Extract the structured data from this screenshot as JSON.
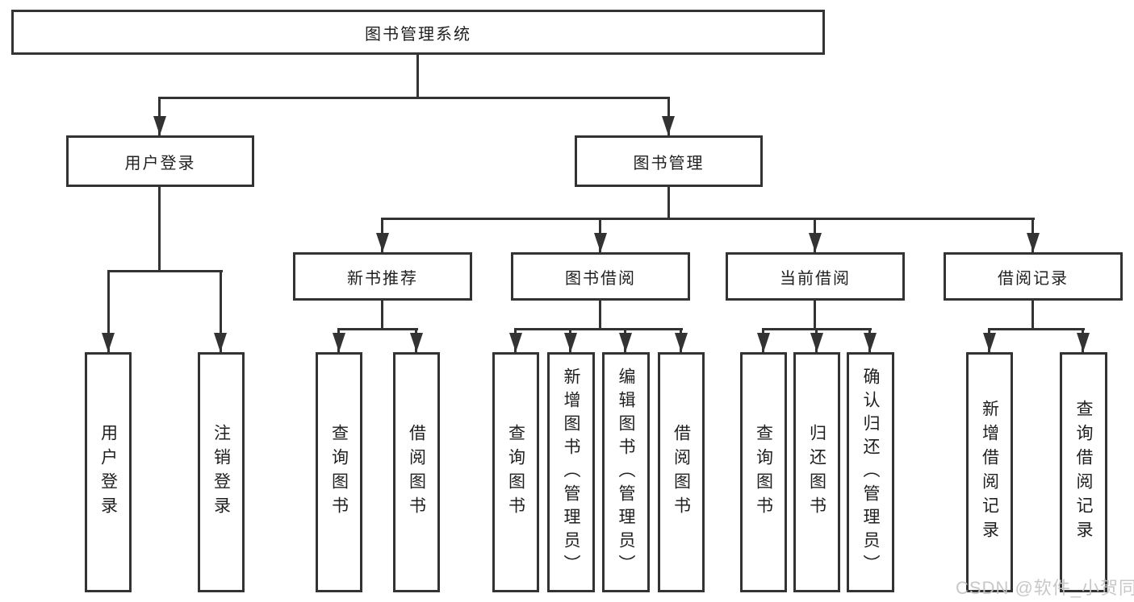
{
  "diagram": {
    "root": {
      "label": "图书管理系统"
    },
    "branches": [
      {
        "label": "用户登录",
        "leaves": [
          "用户登录",
          "注销登录"
        ]
      },
      {
        "label": "图书管理",
        "groups": [
          {
            "label": "新书推荐",
            "leaves": [
              "查询图书",
              "借阅图书"
            ]
          },
          {
            "label": "图书借阅",
            "leaves": [
              "查询图书",
              "新增图书（管理员）",
              "编辑图书（管理员）",
              "借阅图书"
            ]
          },
          {
            "label": "当前借阅",
            "leaves": [
              "查询图书",
              "归还图书",
              "确认归还（管理员）"
            ]
          },
          {
            "label": "借阅记录",
            "leaves": [
              "新增借阅记录",
              "查询借阅记录"
            ]
          }
        ]
      }
    ]
  },
  "watermark": {
    "text": "CSDN @软件_小贺同学"
  },
  "colors": {
    "line": "#333333",
    "text": "#1f1f1f",
    "background": "#ffffff",
    "watermark": "#c3c3c3"
  }
}
